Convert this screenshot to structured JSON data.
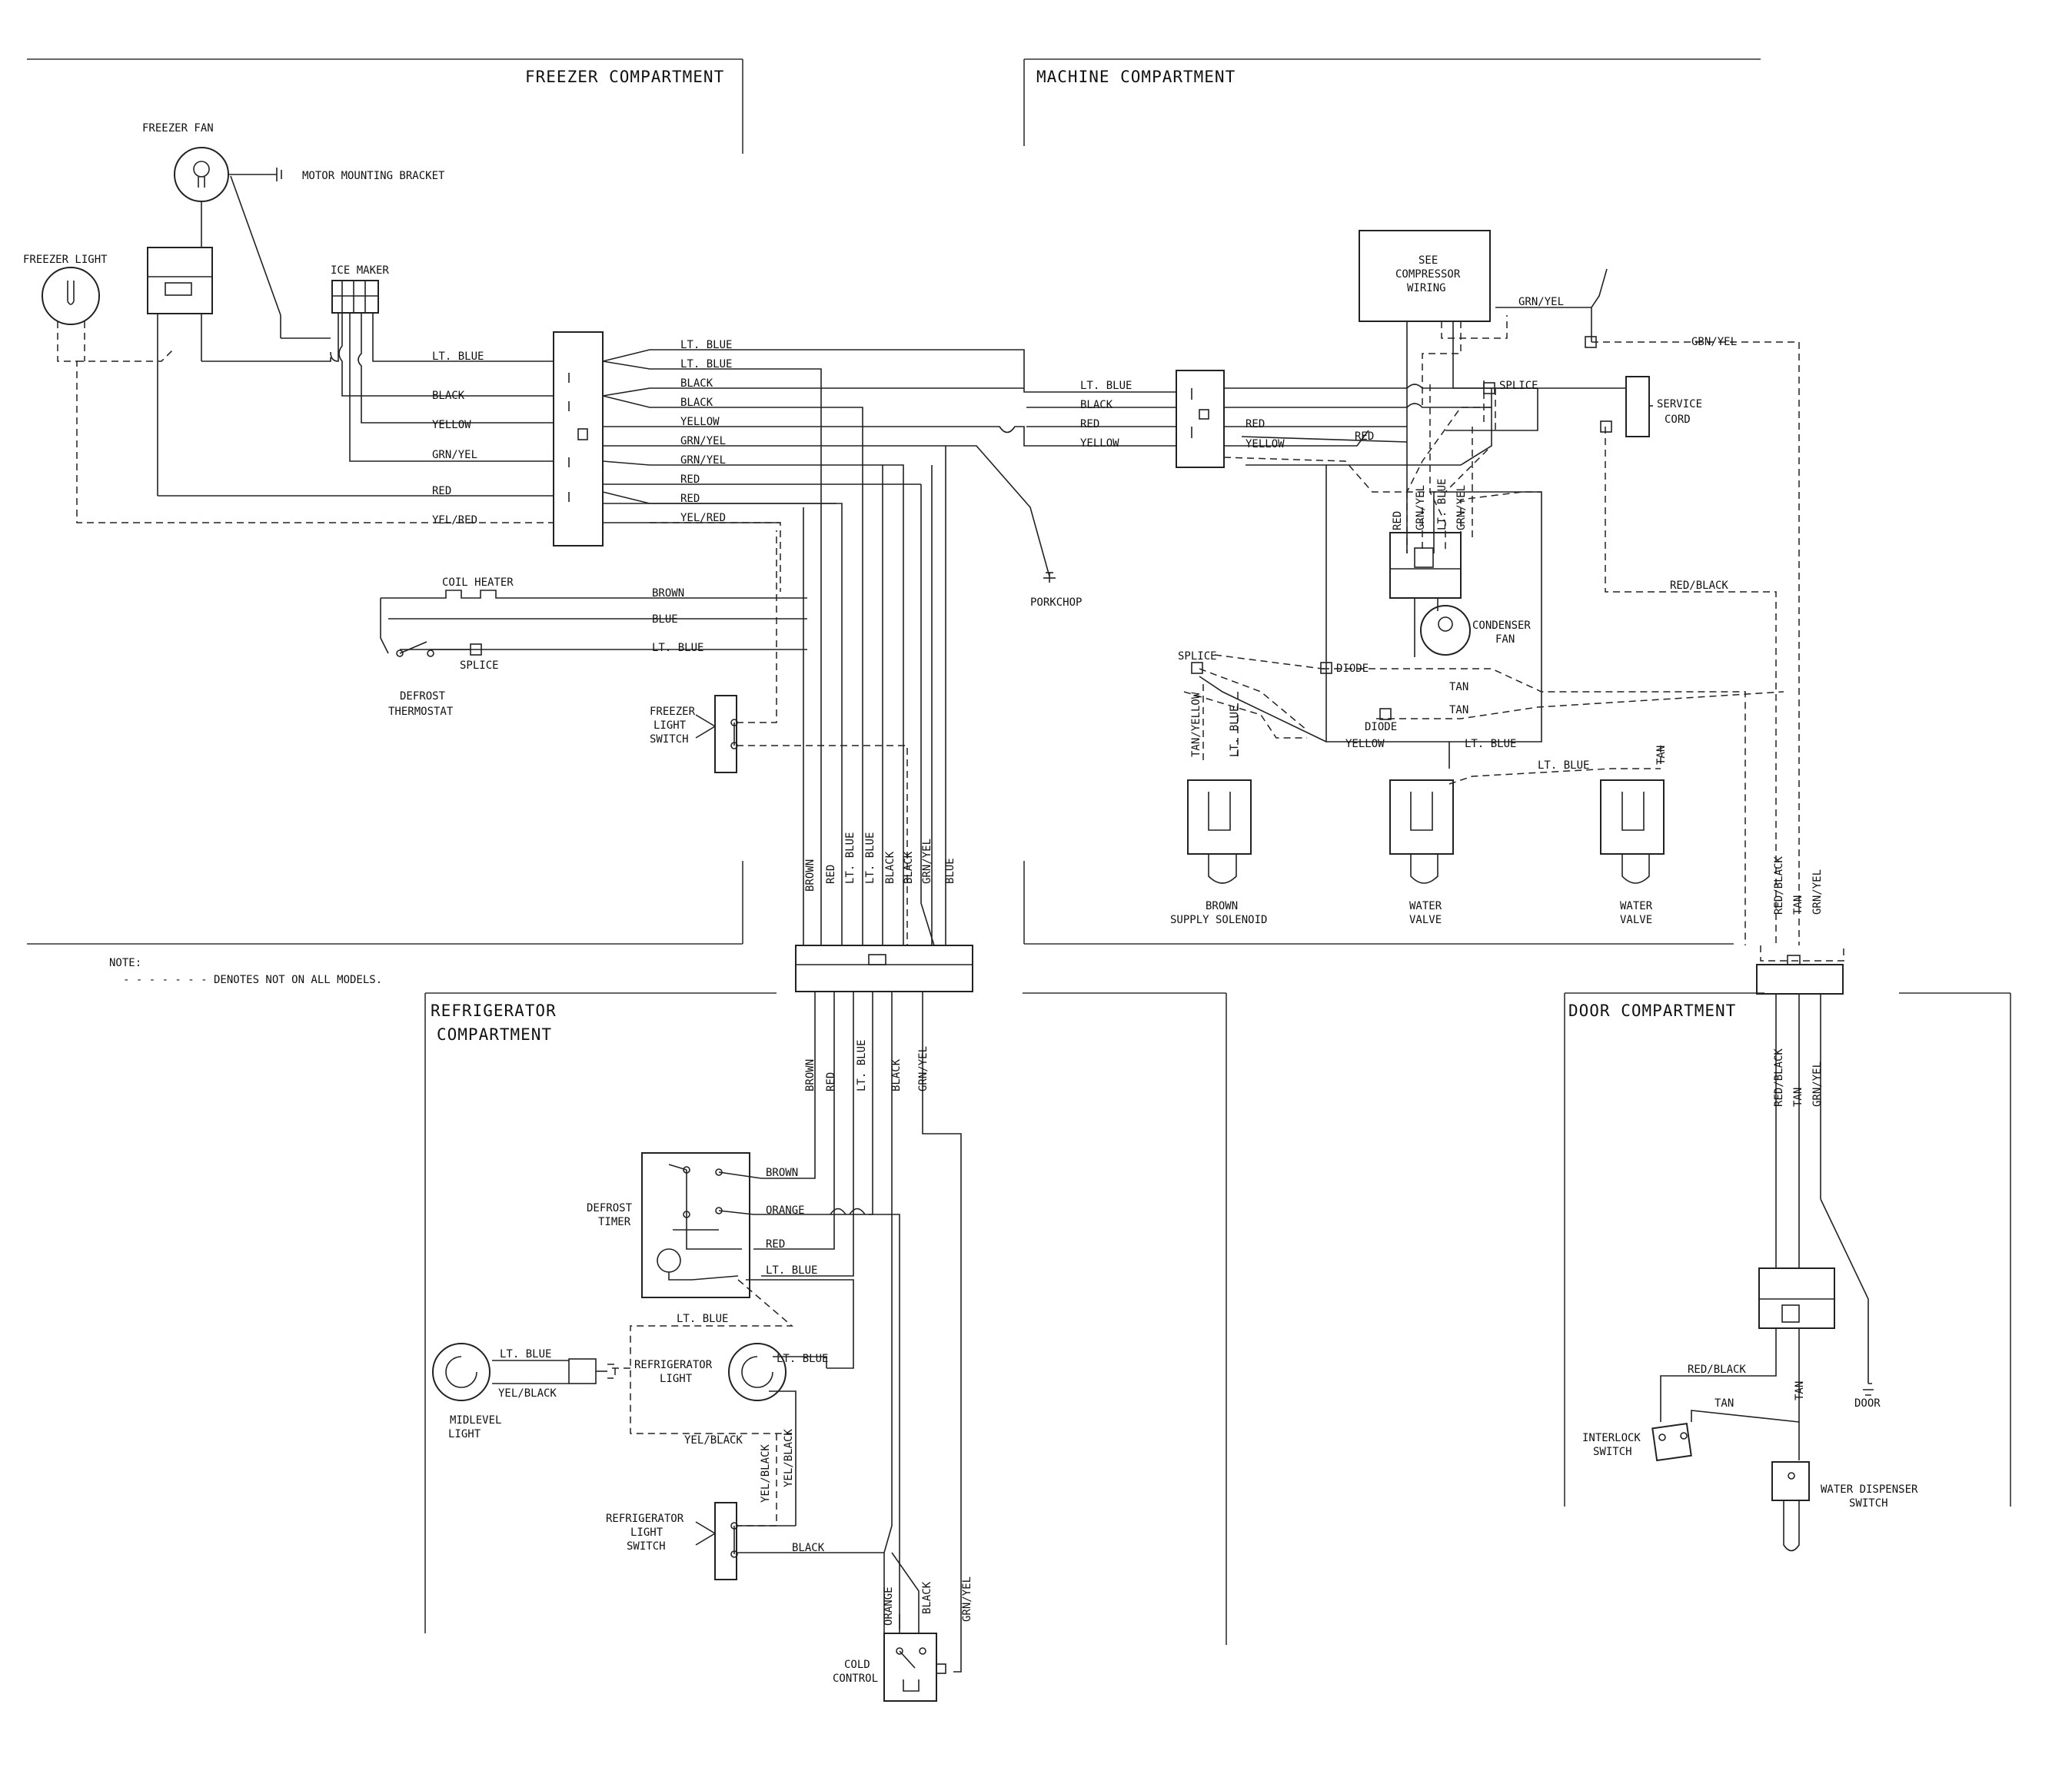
{
  "sections": {
    "freezer": "FREEZER COMPARTMENT",
    "machine": "MACHINE COMPARTMENT",
    "refrigerator_1": "REFRIGERATOR",
    "refrigerator_2": "COMPARTMENT",
    "door": "DOOR COMPARTMENT"
  },
  "note": {
    "title": "NOTE:",
    "text": "- - - - - - - DENOTES NOT ON ALL MODELS."
  },
  "components": {
    "freezer_fan": "FREEZER FAN",
    "motor_mounting_bracket": "MOTOR MOUNTING BRACKET",
    "freezer_light": "FREEZER LIGHT",
    "ice_maker": "ICE MAKER",
    "coil_heater": "COIL HEATER",
    "splice": "SPLICE",
    "defrost_thermostat_1": "DEFROST",
    "defrost_thermostat_2": "THERMOSTAT",
    "freezer_light_switch_1": "FREEZER",
    "freezer_light_switch_2": "LIGHT",
    "freezer_light_switch_3": "SWITCH",
    "porkchop": "PORKCHOP",
    "see_compressor_1": "SEE",
    "see_compressor_2": "COMPRESSOR",
    "see_compressor_3": "WIRING",
    "service_cord_1": "SERVICE",
    "service_cord_2": "CORD",
    "condenser_fan_1": "CONDENSER",
    "condenser_fan_2": "FAN",
    "diode": "DIODE",
    "brown_supply_solenoid_1": "BROWN",
    "brown_supply_solenoid_2": "SUPPLY SOLENOID",
    "water_valve_1": "WATER",
    "water_valve_2": "VALVE",
    "defrost_timer_1": "DEFROST",
    "defrost_timer_2": "TIMER",
    "refrigerator_light_1": "REFRIGERATOR",
    "refrigerator_light_2": "LIGHT",
    "midlevel_light_1": "MIDLEVEL",
    "midlevel_light_2": "LIGHT",
    "refrigerator_light_switch_1": "REFRIGERATOR",
    "refrigerator_light_switch_2": "LIGHT",
    "refrigerator_light_switch_3": "SWITCH",
    "cold_control_1": "COLD",
    "cold_control_2": "CONTROL",
    "door": "DOOR",
    "interlock_switch_1": "INTERLOCK",
    "interlock_switch_2": "SWITCH",
    "water_dispenser_switch_1": "WATER DISPENSER",
    "water_dispenser_switch_2": "SWITCH"
  },
  "wires": {
    "lt_blue": "LT. BLUE",
    "black": "BLACK",
    "yellow": "YELLOW",
    "grn_yel": "GRN/YEL",
    "grn_yel_alt": "GRN/YEL",
    "gbn_yel": "GBN/YEL",
    "red": "RED",
    "yel_red": "YEL/RED",
    "brown": "BROWN",
    "blue": "BLUE",
    "tan": "TAN",
    "tan_yellow": "TAN/YELLOW",
    "red_black": "RED/BLACK",
    "orange": "ORANGE",
    "yel_black": "YEL/BLACK"
  }
}
